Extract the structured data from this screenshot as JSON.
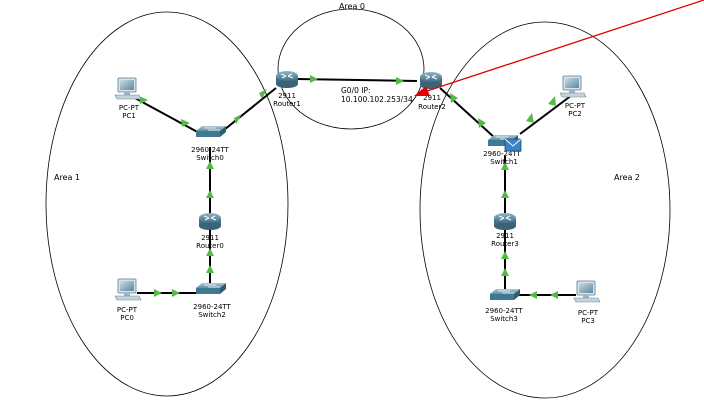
{
  "areas": [
    {
      "id": "area0",
      "label": "Area 0"
    },
    {
      "id": "area1",
      "label": "Area 1"
    },
    {
      "id": "area2",
      "label": "Area 2"
    }
  ],
  "devices": {
    "router0": {
      "model": "2911",
      "name": "Router0"
    },
    "router1": {
      "model": "2911",
      "name": "Router1"
    },
    "router2": {
      "model": "2911",
      "name": "Router2"
    },
    "router3": {
      "model": "2911",
      "name": "Router3"
    },
    "switch0": {
      "model": "2960-24TT",
      "name": "Switch0"
    },
    "switch1": {
      "model": "2960-24TT",
      "name": "Switch1"
    },
    "switch2": {
      "model": "2960-24TT",
      "name": "Switch2"
    },
    "switch3": {
      "model": "2960-24TT",
      "name": "Switch3"
    },
    "pc0": {
      "model": "PC-PT",
      "name": "PC0"
    },
    "pc1": {
      "model": "PC-PT",
      "name": "PC1"
    },
    "pc2": {
      "model": "PC-PT",
      "name": "PC2"
    },
    "pc3": {
      "model": "PC-PT",
      "name": "PC3"
    }
  },
  "annotation": {
    "line1": "G0/0 IP:",
    "line2": "10.100.102.253/34"
  },
  "links": [
    "pc1-switch0",
    "switch0-router1",
    "router1-router2",
    "router2-switch1",
    "switch1-pc2",
    "switch0-router0",
    "router0-switch2",
    "switch2-pc0",
    "switch1-router3",
    "router3-switch3",
    "switch3-pc3"
  ],
  "colors": {
    "link": "#000000",
    "link_status": "#55b847",
    "pointer": "#e00000",
    "router_body": "#4a7d96",
    "switch_body": "#3f7a92",
    "pc_screen": "#6c93ac",
    "envelope": "#3d82c4"
  },
  "icons": {
    "router": "router-icon",
    "switch": "switch-icon",
    "pc": "pc-icon",
    "pdu": "envelope-icon"
  }
}
